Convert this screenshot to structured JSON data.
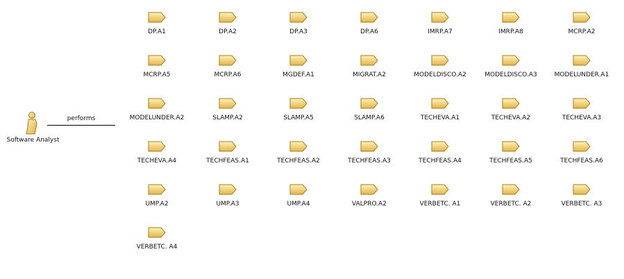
{
  "actor": {
    "name": "Software Analyst",
    "icon": "actor-icon"
  },
  "association": {
    "label": "performs"
  },
  "colors": {
    "artifact_fill_top": "#fff3b8",
    "artifact_fill_bottom": "#e3b44c",
    "artifact_stroke": "#a47d1f",
    "actor_fill_top": "#fff2b3",
    "actor_fill_bottom": "#ddb04a",
    "line": "#000000"
  },
  "artifacts": [
    "DP.A1",
    "DP.A2",
    "DP.A3",
    "DP.A6",
    "IMRP.A7",
    "IMRP.A8",
    "MCRP.A2",
    "MCRP.A5",
    "MCRP.A6",
    "MGDEF.A1",
    "MIGRAT.A2",
    "MODELDISCO.A2",
    "MODELDISCO.A3",
    "MODELUNDER.A1",
    "MODELUNDER.A2",
    "SLAMP.A2",
    "SLAMP.A5",
    "SLAMP.A6",
    "TECHEVA.A1",
    "TECHEVA.A2",
    "TECHEVA.A3",
    "TECHEVA.A4",
    "TECHFEAS.A1",
    "TECHFEAS.A2",
    "TECHFEAS.A3",
    "TECHFEAS.A4",
    "TECHFEAS.A5",
    "TECHFEAS.A6",
    "UMP.A2",
    "UMP.A3",
    "UMP.A4",
    "VALPRO.A2",
    "VERBETC. A1",
    "VERBETC. A2",
    "VERBETC. A3",
    "VERBETC. A4"
  ]
}
